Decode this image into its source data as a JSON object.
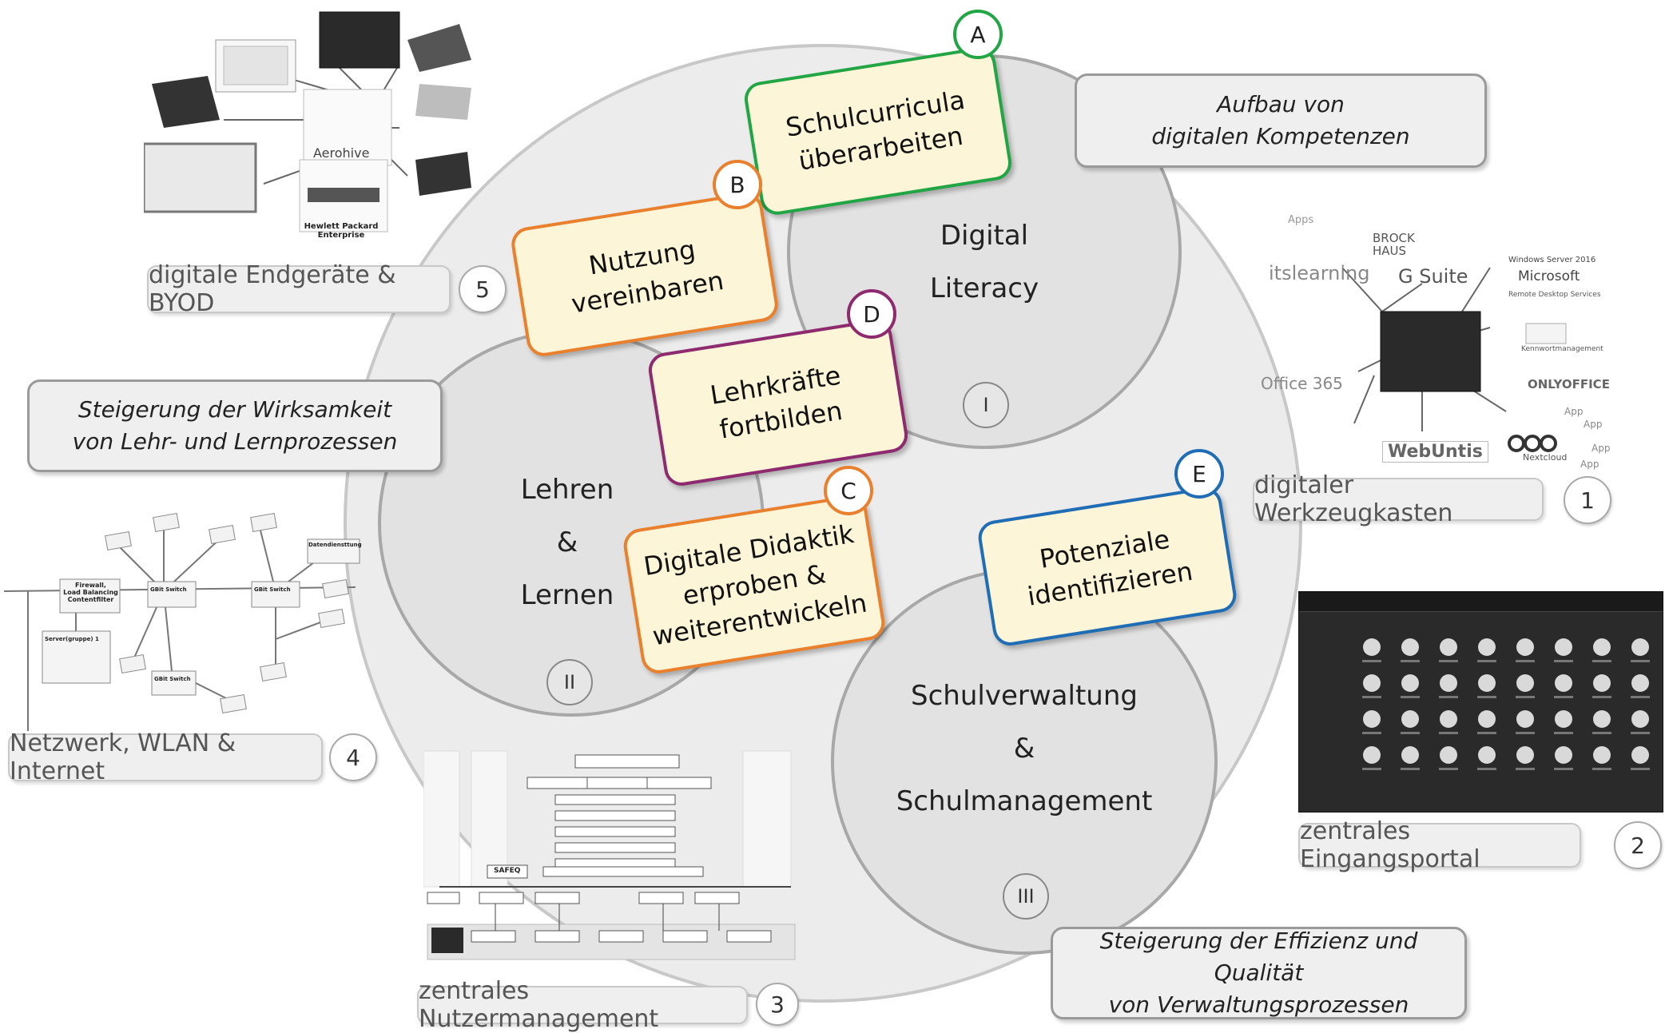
{
  "circles": {
    "literacy": {
      "label": "Digital\nLiteracy",
      "roman": "I"
    },
    "teaching": {
      "label": "Lehren\n&\nLernen",
      "roman": "II"
    },
    "admin": {
      "label": "Schulverwaltung\n&\nSchulmanagement",
      "roman": "III"
    }
  },
  "measures": [
    {
      "letter": "A",
      "text": "Schulcurricula\nüberarbeiten",
      "color": "#22a544"
    },
    {
      "letter": "B",
      "text": "Nutzung\nvereinbaren",
      "color": "#e8802e"
    },
    {
      "letter": "C",
      "text": "Digitale Didaktik\nerproben &\nweiterentwickeln",
      "color": "#e8802e"
    },
    {
      "letter": "D",
      "text": "Lehrkräfte\nfortbilden",
      "color": "#8e2a6e"
    },
    {
      "letter": "E",
      "text": "Potenziale\nidentifizieren",
      "color": "#1f6db5"
    }
  ],
  "goals": {
    "competences": "Aufbau von\ndigitalen Kompetenzen",
    "effectiveness": "Steigerung der Wirksamkeit\nvon Lehr- und Lernprozessen",
    "efficiency": "Steigerung der Effizienz und Qualität\nvon Verwaltungsprozessen"
  },
  "components": [
    {
      "num": "1",
      "label": "digitaler Werkzeugkasten"
    },
    {
      "num": "2",
      "label": "zentrales Eingangsportal"
    },
    {
      "num": "3",
      "label": "zentrales Nutzermanagement"
    },
    {
      "num": "4",
      "label": "Netzwerk, WLAN & Internet"
    },
    {
      "num": "5",
      "label": "digitale Endgeräte & BYOD"
    }
  ],
  "toolbox_logos": {
    "itslearning": "itslearning",
    "gsuite": "G Suite",
    "brockhaus": "BROCK\nHAUS",
    "microsoft": "Microsoft",
    "ms_top": "Windows Server 2016",
    "ms_sub": "Remote Desktop Services",
    "kennwort": "Kennwortmanagement",
    "office": "Office 365",
    "onlyoffice": "ONLYOFFICE",
    "webuntis": "WebUntis",
    "nextcloud": "Nextcloud",
    "app": "App",
    "apps": "Apps"
  },
  "device_logos": {
    "aerohive": "Aerohive",
    "hpe": "Hewlett Packard\nEnterprise"
  },
  "network_labels": {
    "firewall": "Firewall,\nLoad Balancing\nContentfilter",
    "switch": "GBit Switch",
    "server": "Server(gruppe) 1",
    "detect": "Datendiensttung"
  },
  "usermgmt_labels": {
    "safeq": "SAFEQ"
  }
}
